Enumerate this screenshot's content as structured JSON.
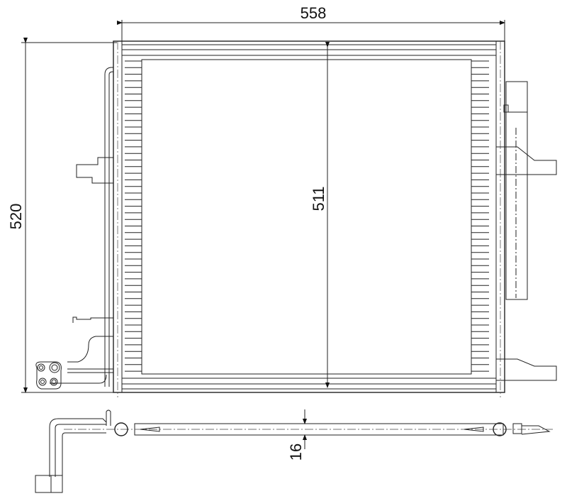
{
  "dimensions": {
    "width": "558",
    "height": "520",
    "core_height": "511",
    "depth": "16"
  },
  "colors": {
    "line": "#222222",
    "background": "#ffffff"
  }
}
